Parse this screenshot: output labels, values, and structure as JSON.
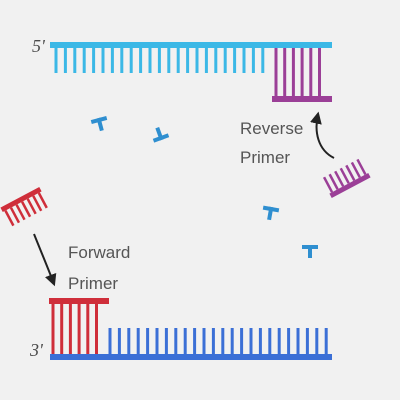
{
  "labels": {
    "five_prime": "5'",
    "three_prime": "3'",
    "reverse_primer_line1": "Reverse",
    "reverse_primer_line2": "Primer",
    "forward_primer_line1": "Forward",
    "forward_primer_line2": "Primer"
  },
  "colors": {
    "top_strand": "#3bb8e6",
    "bottom_strand": "#3b6fd6",
    "reverse_primer": "#9b3f97",
    "forward_primer": "#cf2e3a",
    "nucleotide": "#2f8fd0",
    "arrow": "#222222",
    "label_text": "#555555"
  }
}
